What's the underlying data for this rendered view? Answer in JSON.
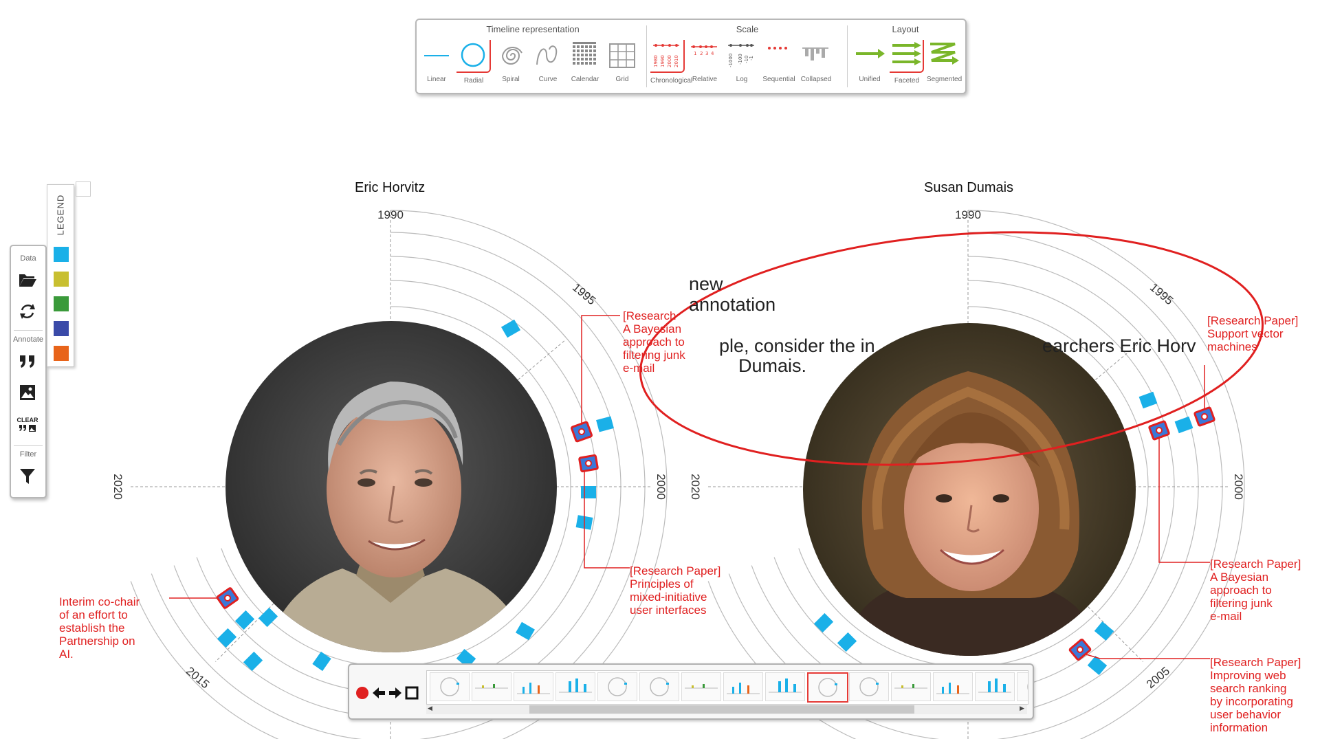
{
  "toolbar": {
    "groups": [
      {
        "title": "Timeline representation",
        "buttons": [
          "Linear",
          "Radial",
          "Spiral",
          "Curve",
          "Calendar",
          "Grid"
        ]
      },
      {
        "title": "Scale",
        "buttons": [
          "Chronological",
          "Relative",
          "Log",
          "Sequential",
          "Collapsed"
        ]
      },
      {
        "title": "Layout",
        "buttons": [
          "Unified",
          "Faceted",
          "Segmented"
        ]
      }
    ],
    "selected": [
      "Radial",
      "Chronological",
      "Faceted"
    ]
  },
  "sidebar": {
    "data_label": "Data",
    "annotate_label": "Annotate",
    "filter_label": "Filter",
    "clear_label": "CLEAR"
  },
  "legend": {
    "title": "LEGEND",
    "colors": [
      "#1ab0e8",
      "#c8bf30",
      "#3a9a3a",
      "#3a4aa8",
      "#e8641a"
    ]
  },
  "timelines": [
    {
      "person": "Eric Horvitz",
      "year_labels": [
        "1990",
        "1995",
        "2000",
        "2015",
        "2020"
      ]
    },
    {
      "person": "Susan Dumais",
      "year_labels": [
        "1990",
        "1995",
        "2000",
        "2005",
        "2020"
      ]
    }
  ],
  "annotations": {
    "eh_bayesian": "[Research\nA Bayesian\napproach to\nfiltering junk\ne-mail",
    "eh_mixed": "[Research Paper]\nPrinciples of\nmixed-initiative\nuser interfaces",
    "eh_interim": "Interim co-chair\nof an effort to\nestablish the\nPartnership on\nAI.",
    "sd_svm": "[Research Paper]\nSupport vector\nmachines",
    "sd_bayesian": "[Research Paper]\nA Bayesian\napproach to\nfiltering junk\ne-mail",
    "sd_websearch": "[Research Paper]\nImproving web\nsearch ranking\nby incorporating\nuser behavior\ninformation",
    "new_annotation": "new\nannotation",
    "caption_line1": "ple, consider the in",
    "caption_line1b": "earchers Eric Horv",
    "caption_line2": "Dumais."
  },
  "colors": {
    "accent": "#e53935",
    "event": "#1ab0e8"
  }
}
